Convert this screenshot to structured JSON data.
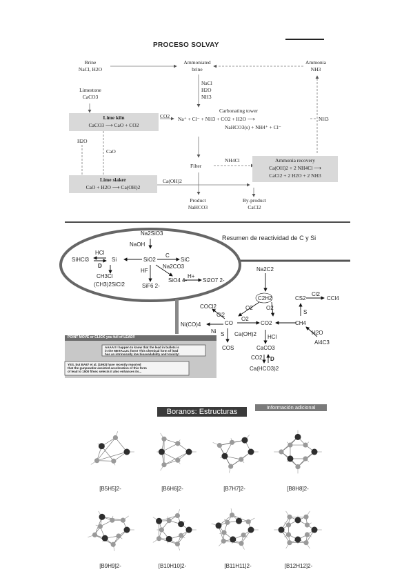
{
  "solvay": {
    "title": "PROCESO SOLVAY",
    "brine": "Brine",
    "brine_f": "NaCl, H2O",
    "ammoniated": "Ammoniated",
    "ammoniated2": "brine",
    "ammonia": "Ammonia",
    "ammonia_f": "NH3",
    "limestone": "Limestone",
    "limestone_f": "CaCO3",
    "reagents": [
      "NaCl",
      "H2O",
      "NH3"
    ],
    "limekiln": "Lime kiln",
    "limekiln_eq": "CaCO3  ⟶  CaO  +  CO2",
    "co2": "CO2",
    "carb_tower": "Carbonating tower",
    "carb_eq1": "Na⁺  +  Cl⁻  +  NH3  +  CO2  +  H2O  ⟶",
    "carb_eq2": "NaHCO3(s)  +  NH4⁺  +  Cl⁻",
    "nh3_side": "NH3",
    "h2o": "H2O",
    "cao": "CaO",
    "filter": "Filter",
    "nh4cl": "NH4Cl",
    "recovery": "Ammonia recovery",
    "recovery_eq1": "Ca(OH)2  +  2 NH4Cl  ⟶",
    "recovery_eq2": "CaCl2  +  2 H2O  +  2 NH3",
    "slaker": "Lime slaker",
    "slaker_eq": "CaO  +  H2O  ⟶  Ca(OH)2",
    "caoh2": "Ca(OH)2",
    "product": "Product",
    "product_f": "NaHCO3",
    "byproduct": "By-product",
    "byproduct_f": "CaCl2"
  },
  "reactivity": {
    "title": "Resumen de reactividad de C y Si",
    "si": {
      "na2sio3": "Na2SiO3",
      "naoh": "NaOH",
      "hcl": "HCl",
      "sihcl3": "SiHCl3",
      "si": "Si",
      "d": "D",
      "sio2": "SiO2",
      "c": "C",
      "sic": "SiC",
      "na2co3": "Na2CO3",
      "ch3cl": "CH3Cl",
      "ch3sicl2": "(CH3)2SiCl2",
      "hf": "HF",
      "sio4": "SiO4 4-",
      "hplus": "H+",
      "si2o7": "Si2O7 2-",
      "sif6": "SiF6 2-"
    },
    "c": {
      "na2c2": "Na2C2",
      "c2h2": "C2H2",
      "o2a": "O2",
      "o2b": "O2",
      "o2c": "O2",
      "cocl2": "COCl2",
      "cl2": "Cl2",
      "co": "CO",
      "co2": "CO2",
      "ch4": "CH4",
      "cs2": "CS2",
      "cl2b": "Cl2",
      "ccl4": "CCl4",
      "s": "S",
      "s2": "S",
      "nico4": "Ni(CO)4",
      "ni": "Ni",
      "cos": "COS",
      "caoh2": "Ca(OH)2",
      "hcl": "HCl",
      "caco3": "CaCO3",
      "co2b": "CO2",
      "d": "D",
      "cahco3": "Ca(HCO3)2",
      "h2o": "H2O",
      "al4c3": "Al4C3"
    },
    "panel": {
      "header": "POINT MOVE or CLICK you full of LEAD!!",
      "line1": "AAAA!! I happen to know that the lead in bullets is",
      "line2": "in the METALLIC form! This chemical form of lead",
      "line3": "has an intrinsically low bioavailability and toxicity!",
      "line4": "YES, but BA87 et al. (1993) have recently reported",
      "line5": "that the gunpowder-assisted acceleration of this form",
      "line6": "of lead to 1500 ft/sec selects it also enhances its..."
    }
  },
  "boranes": {
    "title": "Boranos: Estructuras",
    "extra": "Información adicional",
    "labels": [
      "[B5H5]2-",
      "[B6H6]2-",
      "[B7H7]2-",
      "[B8H8]2-",
      "[B9H9]2-",
      "[B10H10]2-",
      "[B11H11]2-",
      "[B12H12]2-"
    ]
  }
}
